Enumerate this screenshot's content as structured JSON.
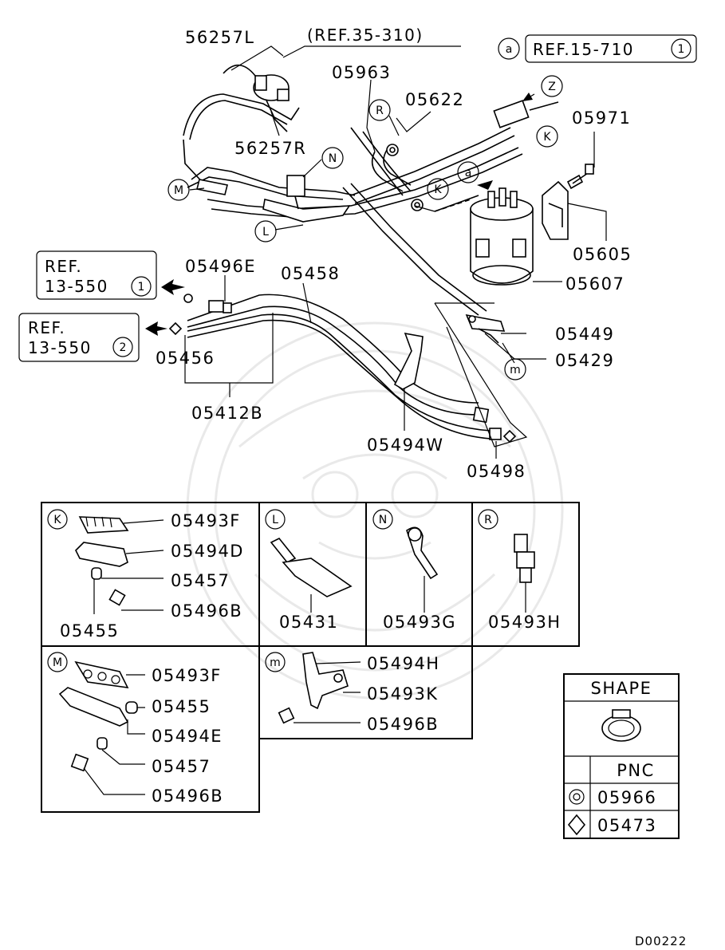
{
  "diagram_id": "D00222",
  "callouts": {
    "p56257L": "56257L",
    "p56257R": "56257R",
    "ref35": "(REF.35-310)",
    "ref15": "REF.15-710",
    "ref15_num": "1",
    "p05963": "05963",
    "p05622": "05622",
    "p05971": "05971",
    "p05605": "05605",
    "p05607": "05607",
    "p05496E": "05496E",
    "p05458": "05458",
    "p05449": "05449",
    "p05429": "05429",
    "p05456": "05456",
    "p05412B": "05412B",
    "p05494W": "05494W",
    "p05498": "05498",
    "ref13_1_a": "REF.",
    "ref13_1_b": "13-550",
    "ref13_1_num": "1",
    "ref13_2_a": "REF.",
    "ref13_2_b": "13-550",
    "ref13_2_num": "2"
  },
  "letters": {
    "a": "a",
    "z": "Z",
    "k": "K",
    "r": "R",
    "n": "N",
    "m": "M",
    "l": "L",
    "m_small": "m"
  },
  "details": {
    "K": {
      "letter": "K",
      "parts": [
        "05493F",
        "05494D",
        "05457",
        "05496B",
        "05455"
      ]
    },
    "L": {
      "letter": "L",
      "parts": [
        "05431"
      ]
    },
    "N": {
      "letter": "N",
      "parts": [
        "05493G"
      ]
    },
    "R": {
      "letter": "R",
      "parts": [
        "05493H"
      ]
    },
    "M": {
      "letter": "M",
      "parts": [
        "05493F",
        "05455",
        "05494E",
        "05457",
        "05496B"
      ]
    },
    "m": {
      "letter": "m",
      "parts": [
        "05494H",
        "05493K",
        "05496B"
      ]
    }
  },
  "legend": {
    "shape_header": "SHAPE",
    "pnc_header": "PNC",
    "rows": [
      {
        "symbol": "double-circle",
        "pnc": "05966"
      },
      {
        "symbol": "diamond",
        "pnc": "05473"
      }
    ]
  }
}
